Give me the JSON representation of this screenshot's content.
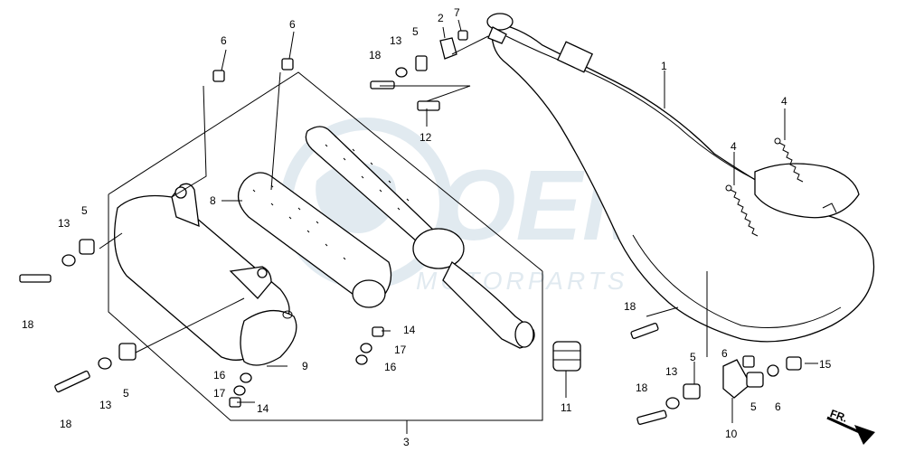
{
  "watermark": {
    "logo_text": "OEM",
    "sub_text": "MOTORPARTS",
    "color": "#4a7fa8"
  },
  "direction_label": "FR.",
  "callouts": {
    "p1": "1",
    "p2": "2",
    "p3": "3",
    "p4a": "4",
    "p4b": "4",
    "p5a": "5",
    "p5b": "5",
    "p5c": "5",
    "p5d": "5",
    "p5e": "5",
    "p6a": "6",
    "p6b": "6",
    "p6c": "6",
    "p6d": "6",
    "p7": "7",
    "p8": "8",
    "p9": "9",
    "p10": "10",
    "p11": "11",
    "p12": "12",
    "p13a": "13",
    "p13b": "13",
    "p13c": "13",
    "p13d": "13",
    "p14a": "14",
    "p14b": "14",
    "p15": "15",
    "p16a": "16",
    "p16b": "16",
    "p17a": "17",
    "p17b": "17",
    "p18a": "18",
    "p18b": "18",
    "p18c": "18",
    "p18d": "18",
    "p18e": "18"
  }
}
